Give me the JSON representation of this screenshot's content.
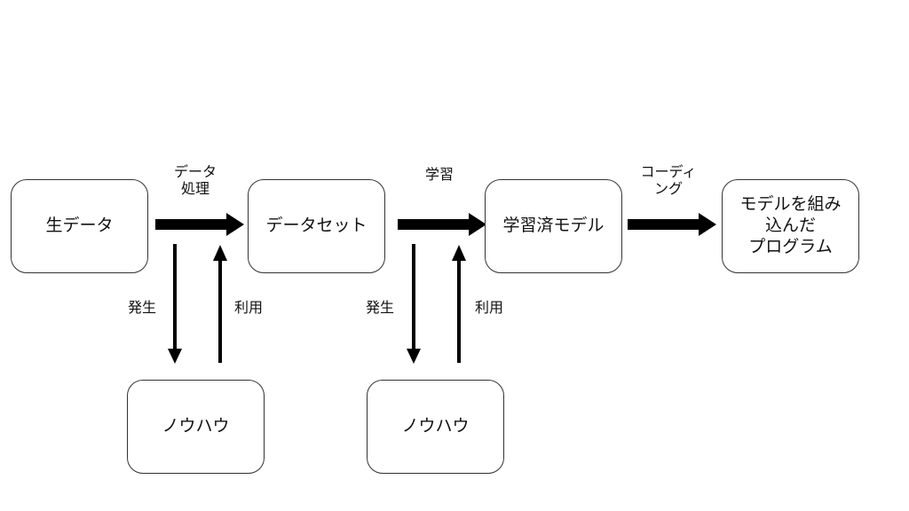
{
  "nodes": {
    "raw_data": "生データ",
    "dataset": "データセット",
    "trained_model": "学習済モデル",
    "program": "モデルを組み\n込んだ\nプログラム",
    "knowhow_1": "ノウハウ",
    "knowhow_2": "ノウハウ"
  },
  "edge_labels": {
    "data_processing": "データ\n処理",
    "learning": "学習",
    "coding": "コーディ\nング",
    "generate_1": "発生",
    "use_1": "利用",
    "generate_2": "発生",
    "use_2": "利用"
  },
  "colors": {
    "arrow": "#000000",
    "box_border": "#333333"
  }
}
